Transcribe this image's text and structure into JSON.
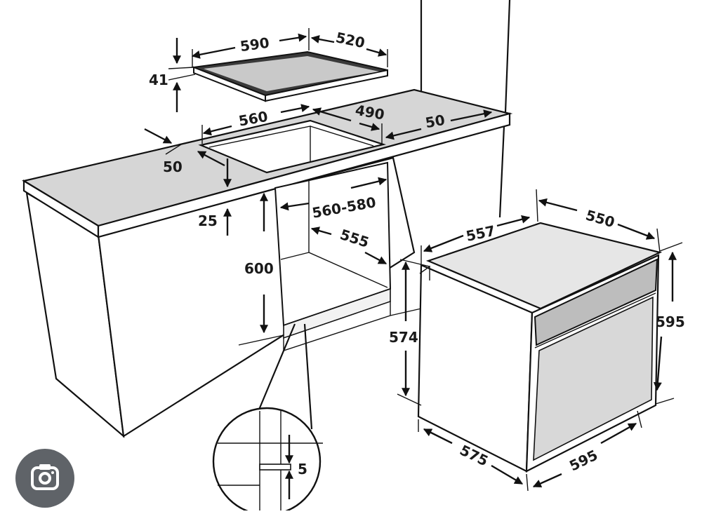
{
  "diagram": {
    "labels": {
      "hob_width": "590",
      "hob_depth": "520",
      "hob_height": "41",
      "cutout_width": "560",
      "cutout_depth": "490",
      "rear_gap": "50",
      "front_gap": "50",
      "worktop_thickness": "25",
      "niche_width": "560-580",
      "niche_depth": "555",
      "niche_height": "600",
      "oven_body_depth": "557",
      "oven_top_depth": "550",
      "oven_body_height": "574",
      "oven_height": "595",
      "oven_depth": "575",
      "oven_width": "595",
      "detail_gap": "5"
    }
  },
  "overlay": {
    "icon": "lens-camera-icon",
    "color": "#5f6368"
  }
}
